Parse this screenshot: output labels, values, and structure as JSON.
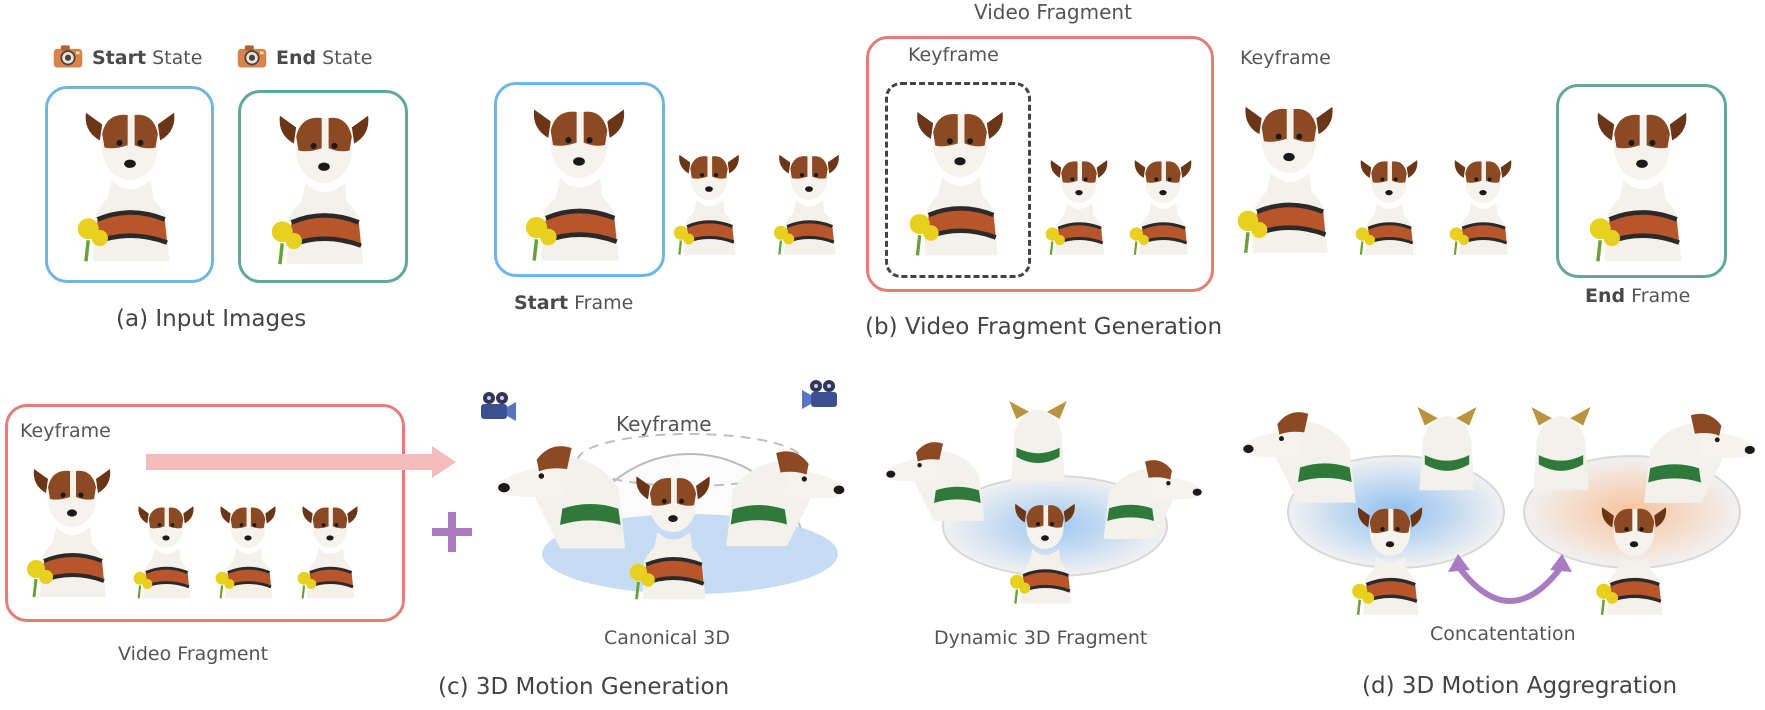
{
  "panel_a": {
    "start_state_strong": "Start",
    "start_state_rest": " State",
    "end_state_strong": "End",
    "end_state_rest": " State",
    "caption": "(a) Input Images"
  },
  "panel_b": {
    "top_label": "Video Fragment",
    "keyframe_left": "Keyframe",
    "keyframe_right": "Keyframe",
    "start_frame_strong": "Start",
    "start_frame_rest": " Frame",
    "end_frame_strong": "End",
    "end_frame_rest": " Frame",
    "caption": "(b) Video Fragment Generation"
  },
  "panel_c": {
    "keyframe_label": "Keyframe",
    "video_fragment_label": "Video Fragment",
    "sphere_keyframe_label": "Keyframe",
    "canonical_label": "Canonical 3D",
    "dynamic_label": "Dynamic 3D Fragment",
    "caption": "(c) 3D Motion Generation"
  },
  "panel_d": {
    "concat_label": "Concatentation",
    "caption": "(d) 3D Motion Aggregration"
  },
  "colors": {
    "start_border": "#6fb6e6",
    "end_border": "#5ea998",
    "fragment_border": "#e37d76",
    "plus": "#a97bc0",
    "arrow": "#f4bcbc",
    "concat_arrow": "#a97bc0"
  },
  "icons": {
    "camera": "camera-icon",
    "video_camera": "video-camera-icon",
    "dog": "dog-illustration"
  }
}
